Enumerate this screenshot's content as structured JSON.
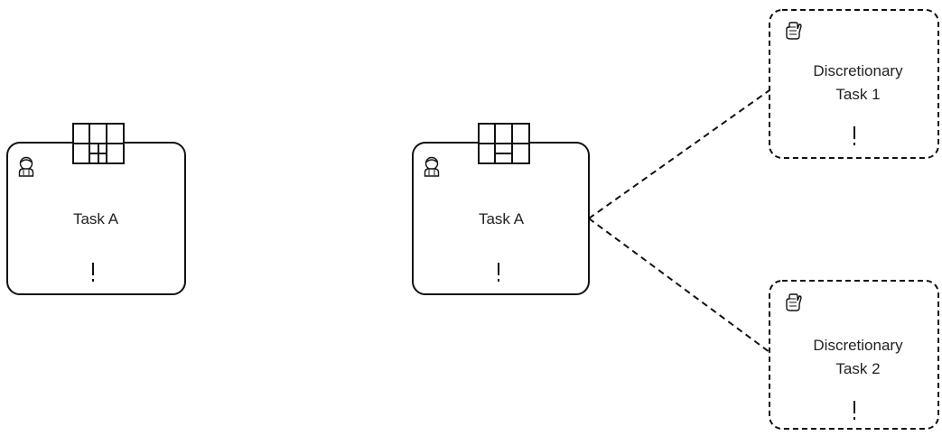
{
  "colors": {
    "stroke": "#111111",
    "text": "#222222",
    "background": "#ffffff"
  },
  "tasks": [
    {
      "id": "task-a-left",
      "lines": [
        "Task A"
      ],
      "type": "human-task",
      "icons": [
        "user-icon",
        "planning-table-expanded-icon",
        "required-marker-icon"
      ],
      "discretionary": false
    },
    {
      "id": "task-a-right",
      "lines": [
        "Task A"
      ],
      "type": "human-task",
      "icons": [
        "user-icon",
        "planning-table-collapsed-icon",
        "required-marker-icon"
      ],
      "discretionary": false
    },
    {
      "id": "discretionary-task-1",
      "lines": [
        "Discretionary",
        "Task 1"
      ],
      "type": "manual-task",
      "icons": [
        "hand-icon",
        "required-marker-icon"
      ],
      "discretionary": true
    },
    {
      "id": "discretionary-task-2",
      "lines": [
        "Discretionary",
        "Task 2"
      ],
      "type": "manual-task",
      "icons": [
        "hand-icon",
        "required-marker-icon"
      ],
      "discretionary": true
    }
  ],
  "connectors": [
    {
      "from": "task-a-right",
      "to": "discretionary-task-1",
      "style": "dashed"
    },
    {
      "from": "task-a-right",
      "to": "discretionary-task-2",
      "style": "dashed"
    }
  ]
}
